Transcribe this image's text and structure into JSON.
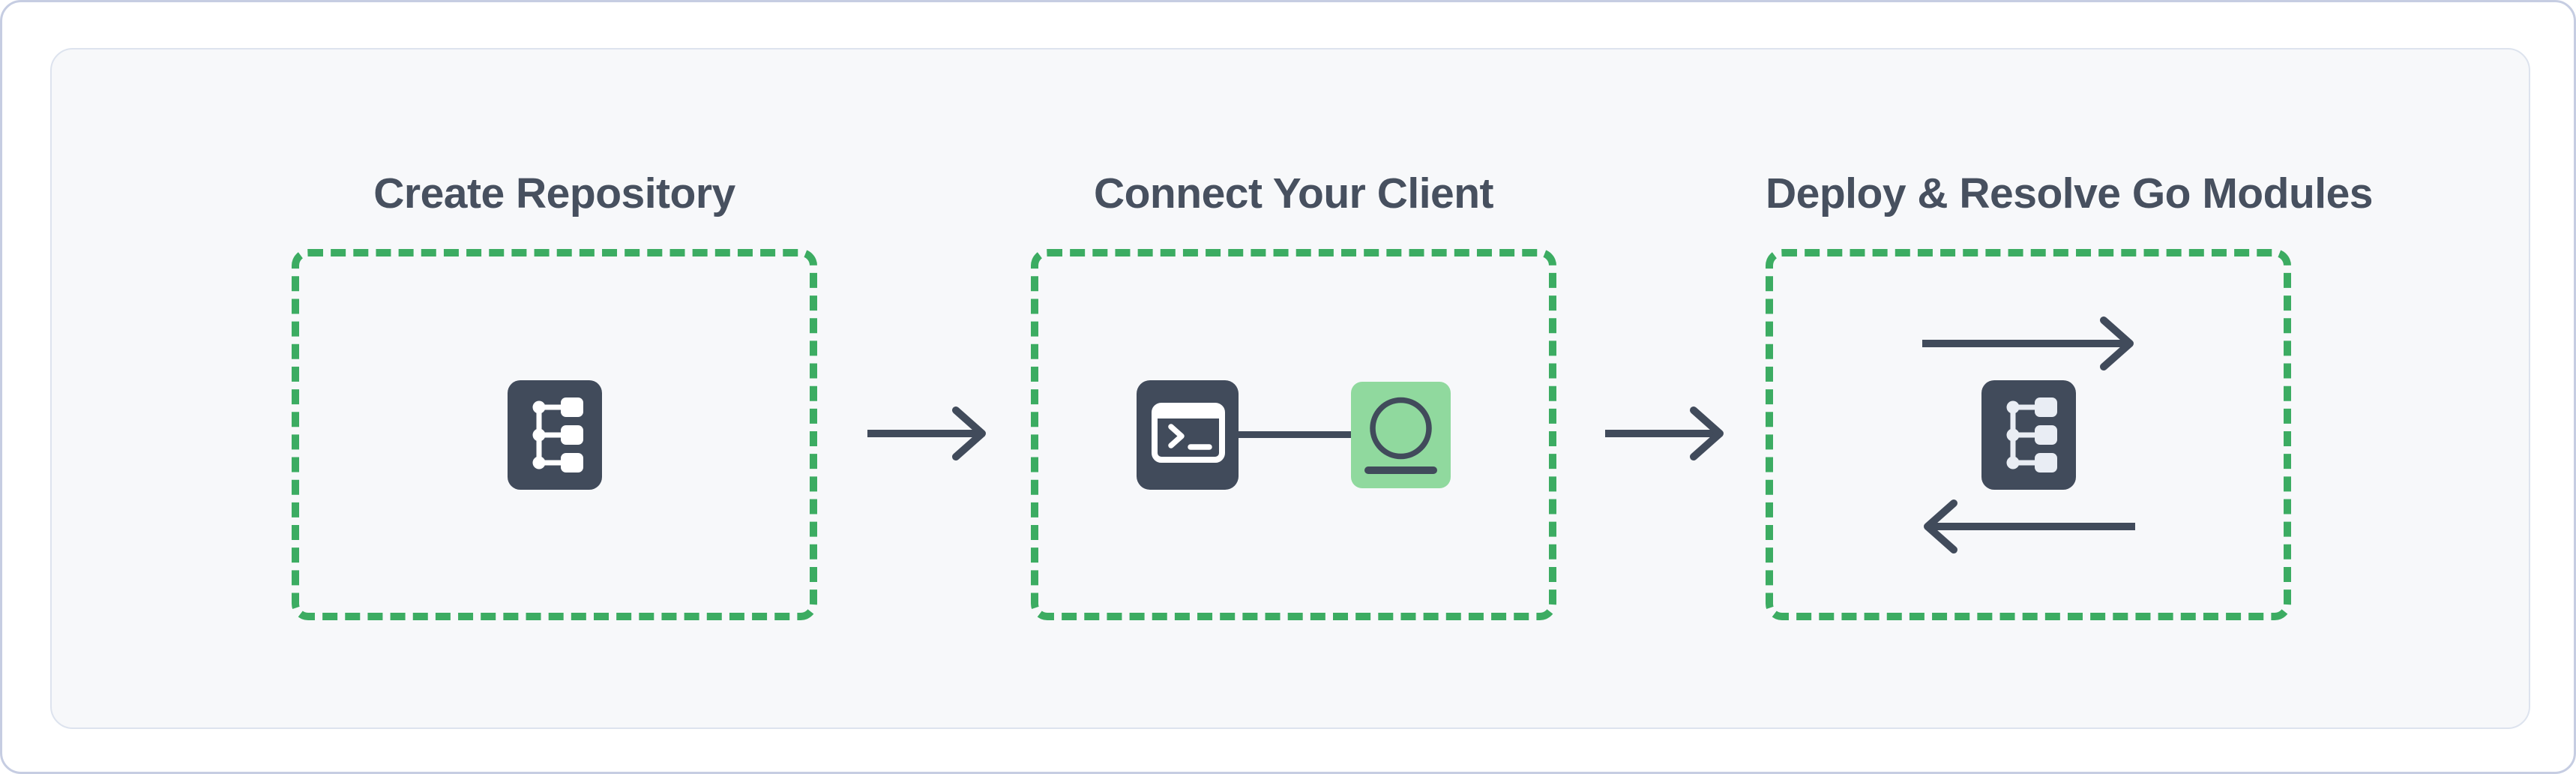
{
  "diagram": {
    "steps": [
      {
        "title": "Create Repository",
        "icon": "repository-tree-icon"
      },
      {
        "title": "Connect Your Client",
        "icons": [
          "terminal-icon",
          "client-circle-icon"
        ]
      },
      {
        "title": "Deploy & Resolve Go Modules",
        "icons": [
          "arrow-right-icon",
          "repository-tree-icon",
          "arrow-left-icon"
        ]
      }
    ],
    "connectors": [
      "arrow-right-icon",
      "arrow-right-icon"
    ]
  },
  "theme": {
    "ink": "#414b5b",
    "title_text": "#47505f",
    "dashed_border_green": "#3cac62",
    "client_green": "#90d99e",
    "panel_bg": "#f7f8fa",
    "panel_border": "#dde3ee",
    "card_border": "#c6cde2",
    "card_bg": "#ffffff",
    "icon_glyph_white": "#ffffff",
    "icon_glyph_light": "#e9edf4"
  }
}
